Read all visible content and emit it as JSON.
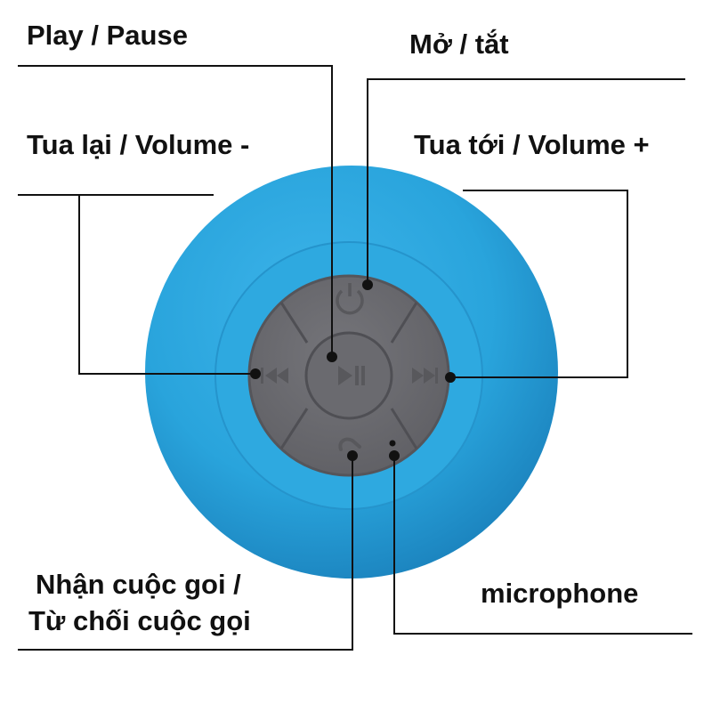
{
  "colors": {
    "speaker_body": "#29a4dc",
    "speaker_edge": "#1d86c0",
    "control_pad": "#6b6b70",
    "control_ring": "#5c5c60",
    "leader_line": "#111111"
  },
  "labels": {
    "play_pause": "Play / Pause",
    "power": "Mở / tắt",
    "prev_volume_down": "Tua lại / Volume -",
    "next_volume_up": "Tua tới / Volume +",
    "answer_call_line1": "Nhận cuộc goi /",
    "answer_call_line2": "Từ chối cuộc gọi",
    "microphone": "microphone"
  },
  "icons": [
    "power-icon",
    "play-pause-icon",
    "previous-icon",
    "next-icon",
    "phone-icon",
    "microphone-hole"
  ]
}
